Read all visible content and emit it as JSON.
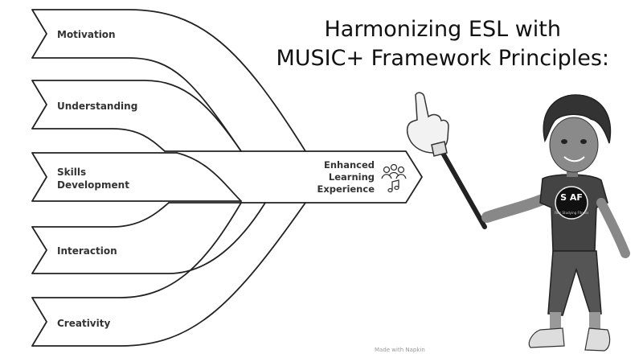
{
  "title": {
    "line1": "Harmonizing ESL with",
    "line2": "MUSIC+ Framework Principles:"
  },
  "inputs": [
    {
      "label": "Motivation"
    },
    {
      "label": "Understanding"
    },
    {
      "label": "Skills\nDevelopment"
    },
    {
      "label": "Interaction"
    },
    {
      "label": "Creativity"
    }
  ],
  "output": {
    "label": "Enhanced\nLearning\nExperience",
    "icon": "people-music-icon"
  },
  "mascot": {
    "shirt_logo": "S AF",
    "shirt_subtext": "Your Studying Fitness",
    "pointer_icon": "pointing-hand-icon"
  },
  "footer": {
    "credit": "Made with Napkin"
  },
  "colors": {
    "stroke": "#222222",
    "text": "#333333"
  }
}
